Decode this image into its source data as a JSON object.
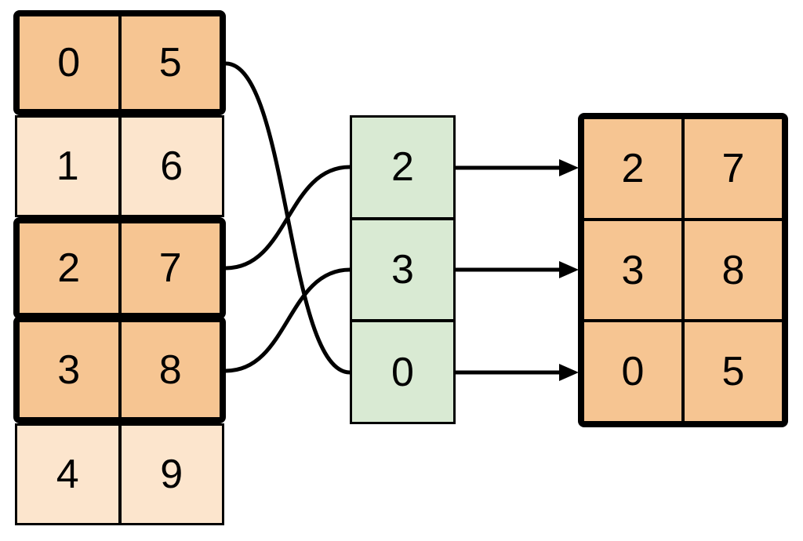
{
  "colors": {
    "selected_row_fill": "#F6C592",
    "unselected_row_fill": "#FCE5CD",
    "index_column_fill": "#D9EAD3",
    "output_table_fill": "#F6C592",
    "line_color": "#000000",
    "background": "#FFFFFF"
  },
  "source_table": {
    "rows": [
      {
        "left": "0",
        "right": "5",
        "selected": true
      },
      {
        "left": "1",
        "right": "6",
        "selected": false
      },
      {
        "left": "2",
        "right": "7",
        "selected": true
      },
      {
        "left": "3",
        "right": "8",
        "selected": true
      },
      {
        "left": "4",
        "right": "9",
        "selected": false
      }
    ]
  },
  "index_column": {
    "cells": [
      "2",
      "3",
      "0"
    ]
  },
  "output_table": {
    "rows": [
      {
        "left": "2",
        "right": "7"
      },
      {
        "left": "3",
        "right": "8"
      },
      {
        "left": "0",
        "right": "5"
      }
    ]
  },
  "connections": {
    "curves": [
      {
        "from_source_row": 0,
        "to_index_cell": 2
      },
      {
        "from_source_row": 2,
        "to_index_cell": 0
      },
      {
        "from_source_row": 3,
        "to_index_cell": 1
      }
    ],
    "arrows": [
      {
        "from_index_cell": 0,
        "to_output_row": 0
      },
      {
        "from_index_cell": 1,
        "to_output_row": 1
      },
      {
        "from_index_cell": 2,
        "to_output_row": 2
      }
    ]
  }
}
